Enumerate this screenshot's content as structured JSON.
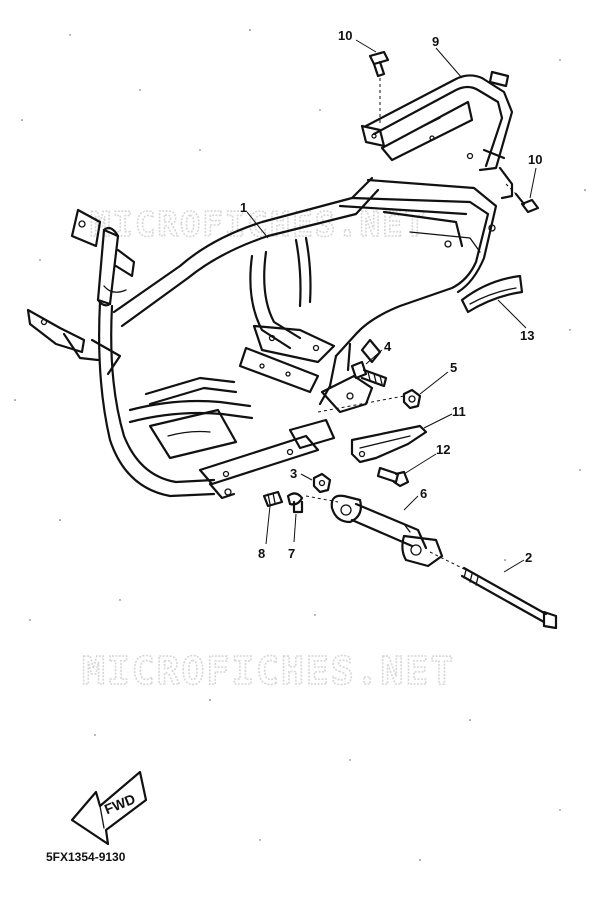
{
  "watermark": {
    "top_text": "MICROFICHES.NET",
    "bottom_text": "MICROFICHES.NET"
  },
  "callouts": [
    {
      "id": "frame",
      "label": "1"
    },
    {
      "id": "long-bolt",
      "label": "2"
    },
    {
      "id": "nut-3",
      "label": "3"
    },
    {
      "id": "bolt-4",
      "label": "4"
    },
    {
      "id": "nut-5",
      "label": "5"
    },
    {
      "id": "bracket-6",
      "label": "6"
    },
    {
      "id": "collar-7",
      "label": "7"
    },
    {
      "id": "bush-8",
      "label": "8"
    },
    {
      "id": "carrier-9",
      "label": "9"
    },
    {
      "id": "bolt-10-top",
      "label": "10"
    },
    {
      "id": "bolt-10-right",
      "label": "10"
    },
    {
      "id": "bracket-11",
      "label": "11"
    },
    {
      "id": "bolt-12",
      "label": "12"
    },
    {
      "id": "mudguard-13",
      "label": "13"
    }
  ],
  "direction_badge": {
    "label": "FWD",
    "icon": "arrow-fwd-icon"
  },
  "diagram_code": "5FX1354-9130"
}
